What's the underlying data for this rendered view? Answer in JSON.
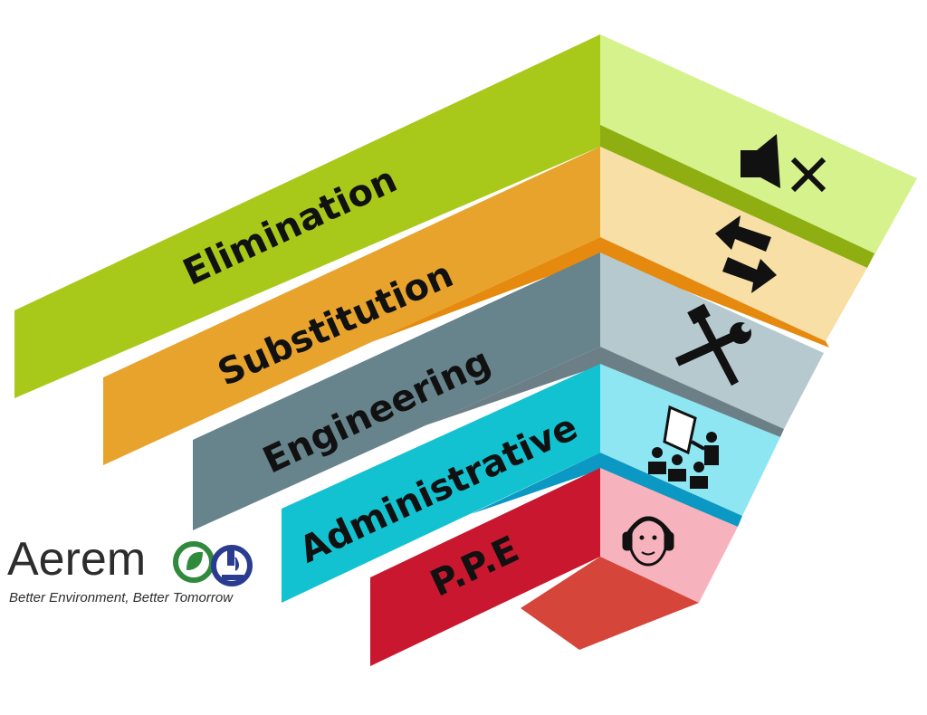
{
  "diagram": {
    "levels": [
      {
        "label": "Elimination",
        "icon": "mute-speaker-icon",
        "front_color": "#a8c919",
        "side_color": "#d6f28c",
        "edge_color": "#8fae12"
      },
      {
        "label": "Substitution",
        "icon": "swap-arrows-icon",
        "front_color": "#e8a32c",
        "side_color": "#f8dfa6",
        "edge_color": "#e58a0f"
      },
      {
        "label": "Engineering",
        "icon": "tools-icon",
        "front_color": "#67838c",
        "side_color": "#b6c9ce",
        "edge_color": "#6d7f86"
      },
      {
        "label": "Administrative",
        "icon": "training-meeting-icon",
        "front_color": "#12c2d0",
        "side_color": "#8ee6f2",
        "edge_color": "#0b98c2"
      },
      {
        "label": "P.P.E",
        "icon": "ear-protection-face-icon",
        "front_color": "#c8172e",
        "side_color": "#f6b3be",
        "edge_color": "#d6453a"
      }
    ]
  },
  "logo": {
    "name": "Aerem",
    "tagline": "Better Environment, Better Tomorrow",
    "colors": {
      "text": "#2d2d2d",
      "leaf": "#2f8a3b",
      "microscope": "#2a3c8f"
    }
  }
}
